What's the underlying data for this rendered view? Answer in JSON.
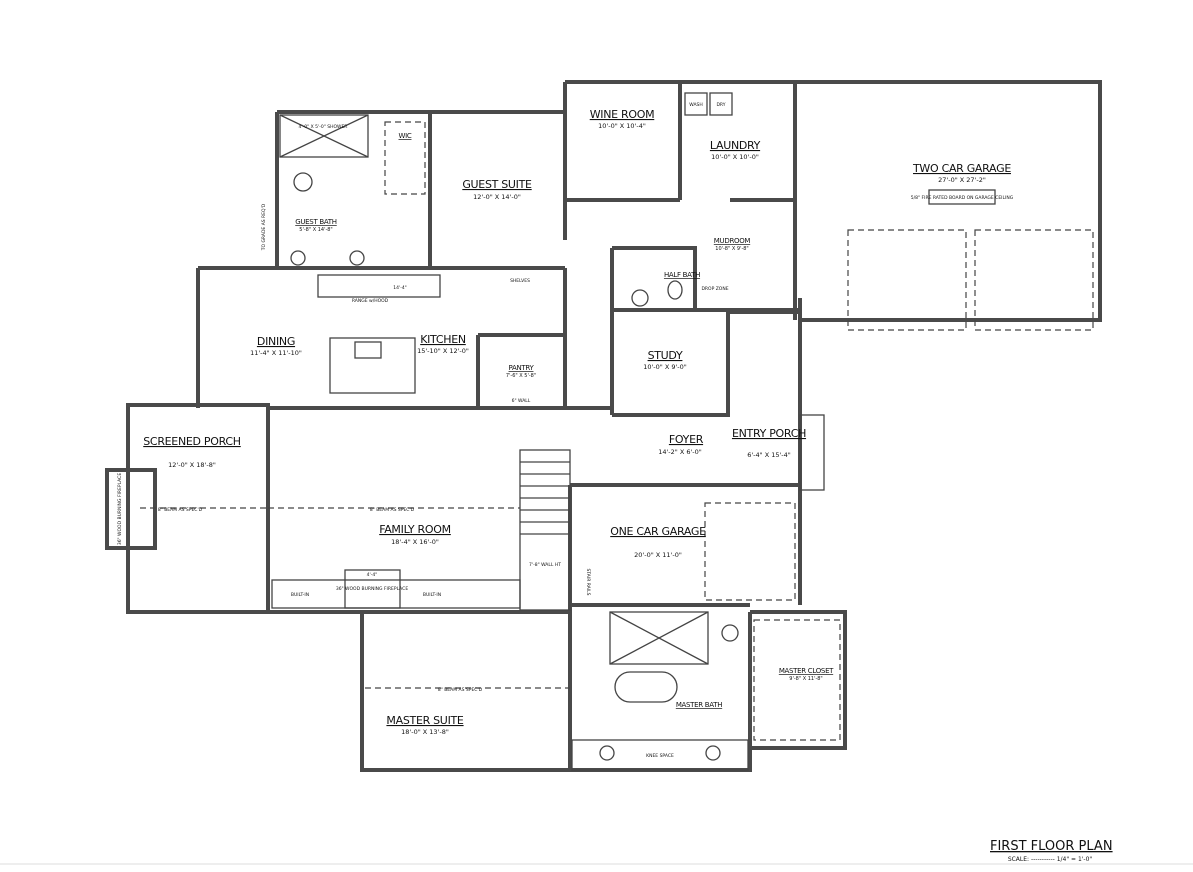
{
  "plan": {
    "title": "FIRST FLOOR PLAN",
    "scale": "SCALE: ----------- 1/4\" = 1'-0\""
  },
  "rooms": {
    "guest_suite": {
      "name": "GUEST SUITE",
      "size": "12'-0\" X 14'-0\""
    },
    "guest_bath": {
      "name": "GUEST BATH",
      "size": "5'-8\" X 14'-8\""
    },
    "wic": {
      "name": "WIC"
    },
    "wine_room": {
      "name": "WINE ROOM",
      "size": "10'-0\" X 10'-4\""
    },
    "laundry": {
      "name": "LAUNDRY",
      "size": "10'-0\" X 10'-0\""
    },
    "two_car_garage": {
      "name": "TWO CAR GARAGE",
      "size": "27'-0\" X 27'-2\""
    },
    "mudroom": {
      "name": "MUDROOM",
      "size": "10'-8\" X 9'-8\""
    },
    "half_bath": {
      "name": "HALF BATH"
    },
    "dining": {
      "name": "DINING",
      "size": "11'-4\" X 11'-10\""
    },
    "kitchen": {
      "name": "KITCHEN",
      "size": "15'-10\" X 12'-0\""
    },
    "pantry": {
      "name": "PANTRY",
      "size": "7'-6\" X 5'-8\""
    },
    "study": {
      "name": "STUDY",
      "size": "10'-0\" X 9'-0\""
    },
    "foyer": {
      "name": "FOYER",
      "size": "14'-2\" X 6'-0\""
    },
    "entry_porch": {
      "name": "ENTRY PORCH",
      "size": "6'-4\" X 15'-4\""
    },
    "screened_porch": {
      "name": "SCREENED PORCH",
      "size": "12'-0\" X 18'-8\""
    },
    "family_room": {
      "name": "FAMILY ROOM",
      "size": "18'-4\" X 16'-0\""
    },
    "one_car_garage": {
      "name": "ONE CAR GARAGE",
      "size": "20'-0\" X 11'-0\""
    },
    "master_suite": {
      "name": "MASTER SUITE",
      "size": "18'-0\" X 13'-8\""
    },
    "master_bath": {
      "name": "MASTER BATH"
    },
    "master_closet": {
      "name": "MASTER CLOSET",
      "size": "9'-8\" X 11'-8\""
    }
  },
  "notes": {
    "shower": "4'-0\" X 5'-0\" SHOWER",
    "wash": "WASH",
    "dry": "DRY",
    "garage_ceiling": "5/8\" FIRE RATED BOARD ON GARAGE CEILING",
    "range_hood": "RANGE w/HOOD",
    "range_dim": "14'-4\"",
    "shelves": "SHELVES",
    "drop_zone": "DROP ZONE",
    "pantry_wall": "6\" WALL",
    "beam1": "8\" BEAM AS SPEC'D",
    "beam2": "8\" BEAM AS SPEC'D",
    "beam3": "8\" BEAM AS SPEC'D",
    "fireplace": "36\" WOOD BURNING FIREPLACE",
    "fireplace_dim": "4'-4\"",
    "built_in_left": "BUILT-IN",
    "built_in_right": "BUILT-IN",
    "knee_space": "KNEE SPACE",
    "stair_rails": "STAIR RAILS",
    "wall_ht": "7'-8\" WALL HT",
    "porch_fireplace": "36\" WOOD BURNING FIREPLACE",
    "to_grade": "TO GRADE AS REQ'D"
  }
}
